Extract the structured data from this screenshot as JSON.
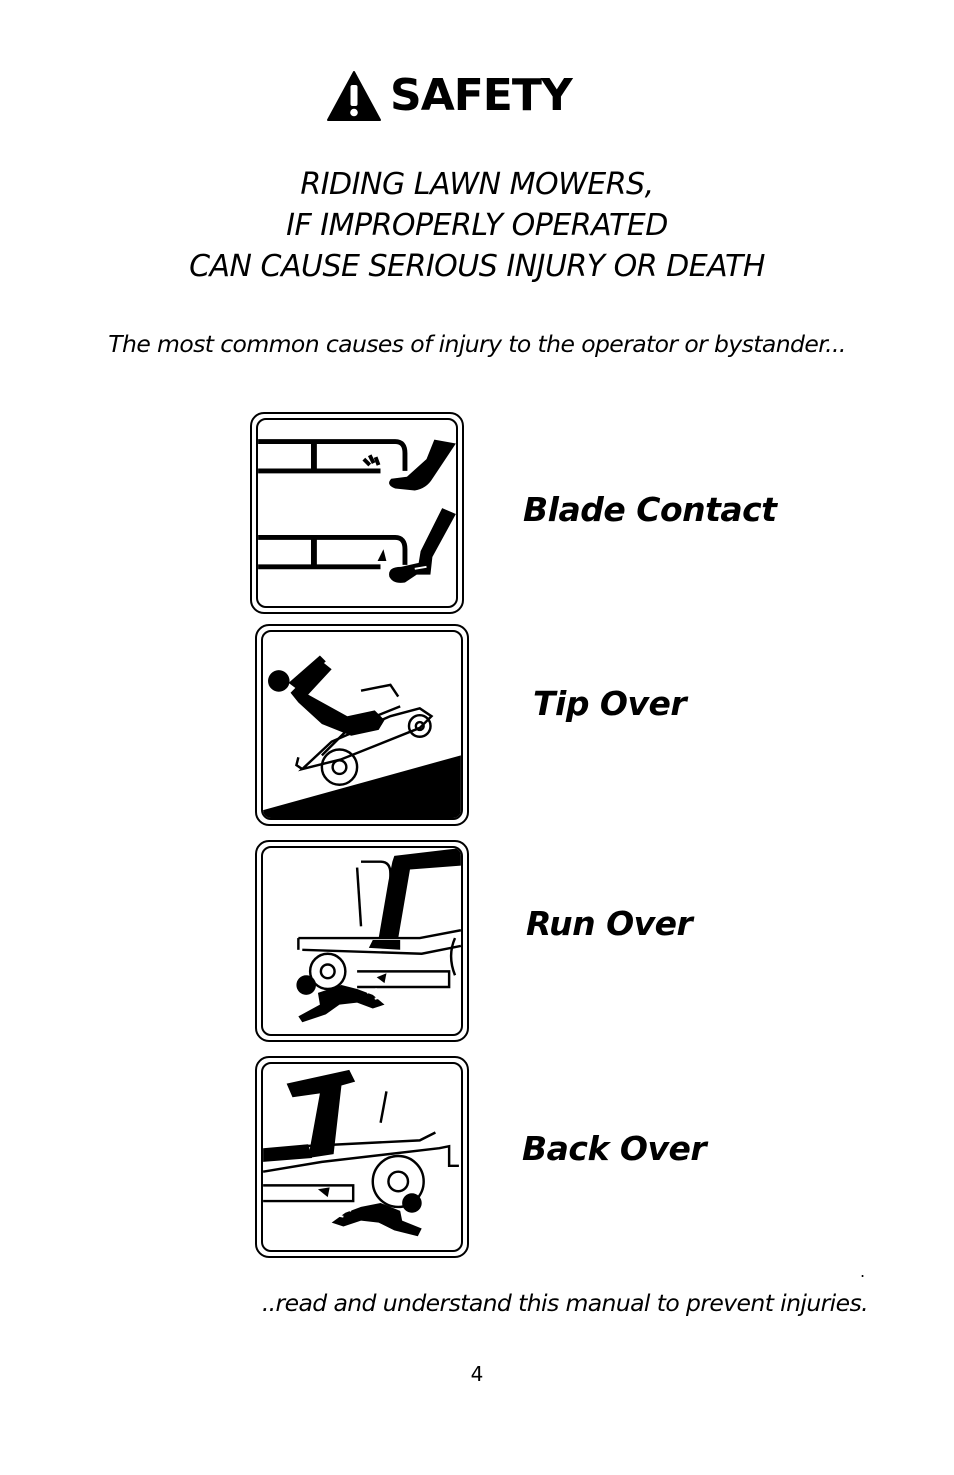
{
  "header": {
    "icon": "warning-triangle-icon",
    "title": "SAFETY"
  },
  "headline": {
    "line1": "RIDING LAWN MOWERS,",
    "line2": "IF IMPROPERLY OPERATED",
    "line3": "CAN CAUSE SERIOUS INJURY OR DEATH"
  },
  "intro": "The most common causes of injury to the operator or bystander...",
  "hazards": [
    {
      "label": "Blade  Contact",
      "icon": "blade-contact-pictogram"
    },
    {
      "label": "Tip  Over",
      "icon": "tip-over-pictogram"
    },
    {
      "label": "Run  Over",
      "icon": "run-over-pictogram"
    },
    {
      "label": "Back  Over",
      "icon": "back-over-pictogram"
    }
  ],
  "footer_dot": ".",
  "footer_note": "..read and understand this manual to prevent injuries.",
  "page_number": "4"
}
